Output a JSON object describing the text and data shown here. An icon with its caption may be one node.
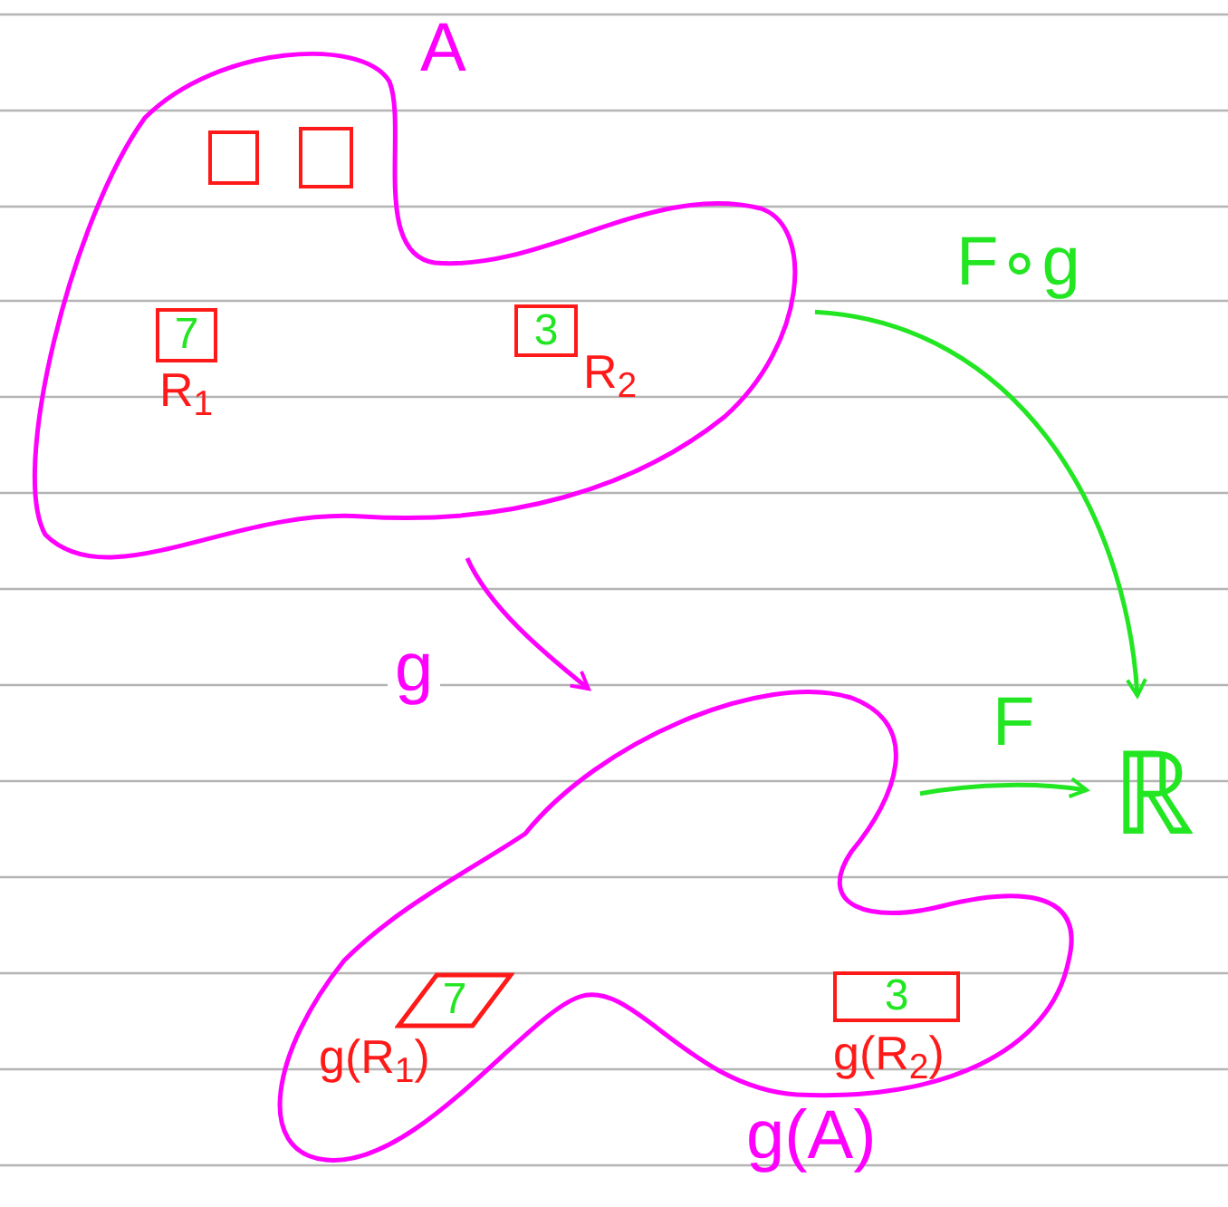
{
  "diagram": {
    "nodes": [
      {
        "text": [
          "A"
        ]
      },
      {
        "text": [],
        "shape": "box",
        "in": 0
      },
      {
        "text": [],
        "shape": "box",
        "in": 0
      },
      {
        "text": [
          "7"
        ],
        "in": 0,
        "beside": [
          "R$_{1}$"
        ]
      },
      {
        "text": [
          "3"
        ],
        "in": 0,
        "beside": [
          "R$_{2}$"
        ]
      },
      {
        "text": [
          "g(A)"
        ]
      },
      {
        "text": [
          "7"
        ],
        "in": 5,
        "beside": [
          "g(R$_{1}$)"
        ]
      },
      {
        "text": [
          "3"
        ],
        "in": 5,
        "beside": [
          "g(R$_{2}$)"
        ]
      },
      {
        "text": [
          "ℝ"
        ]
      }
    ],
    "edges": [
      {
        "from": 0,
        "to": 5,
        "arrow": "to",
        "label": "g",
        "color": "#ff00ff"
      },
      {
        "from": 0,
        "to": 8,
        "arrow": "to",
        "label": "F∘g"
      },
      {
        "from": 5,
        "to": 8,
        "arrow": "to",
        "label": "F"
      }
    ]
  }
}
